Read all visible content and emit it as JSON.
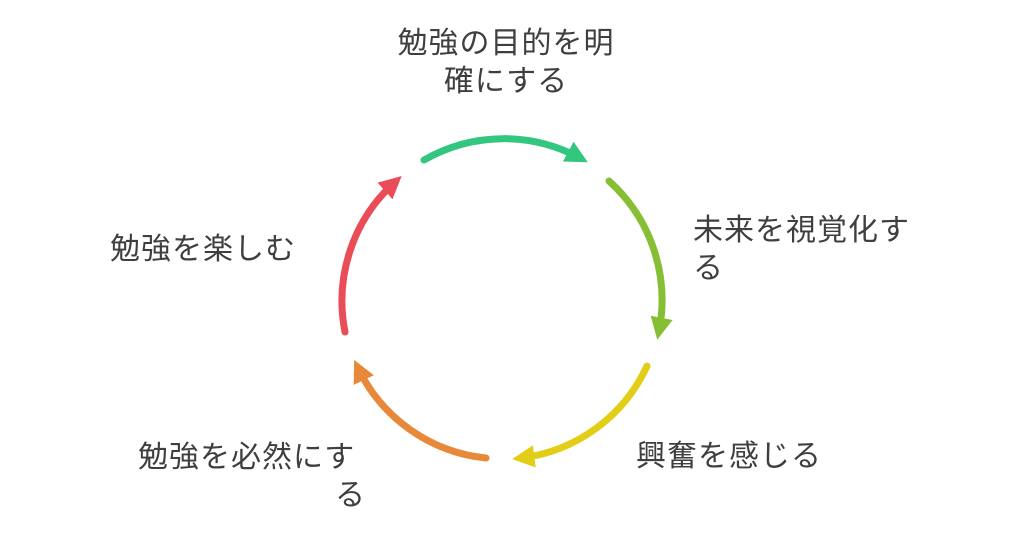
{
  "diagram": {
    "steps": [
      {
        "lines": [
          "勉強の目的を明",
          "確にする"
        ],
        "color": "#32c67f"
      },
      {
        "lines": [
          "未来を視覚化す",
          "る"
        ],
        "color": "#86bf33"
      },
      {
        "lines": [
          "興奮を感じる"
        ],
        "color": "#e2cd17"
      },
      {
        "lines": [
          "勉強を必然にす",
          "る"
        ],
        "color": "#e8893a"
      },
      {
        "lines": [
          "勉強を楽しむ"
        ],
        "color": "#ea4d57"
      }
    ]
  }
}
